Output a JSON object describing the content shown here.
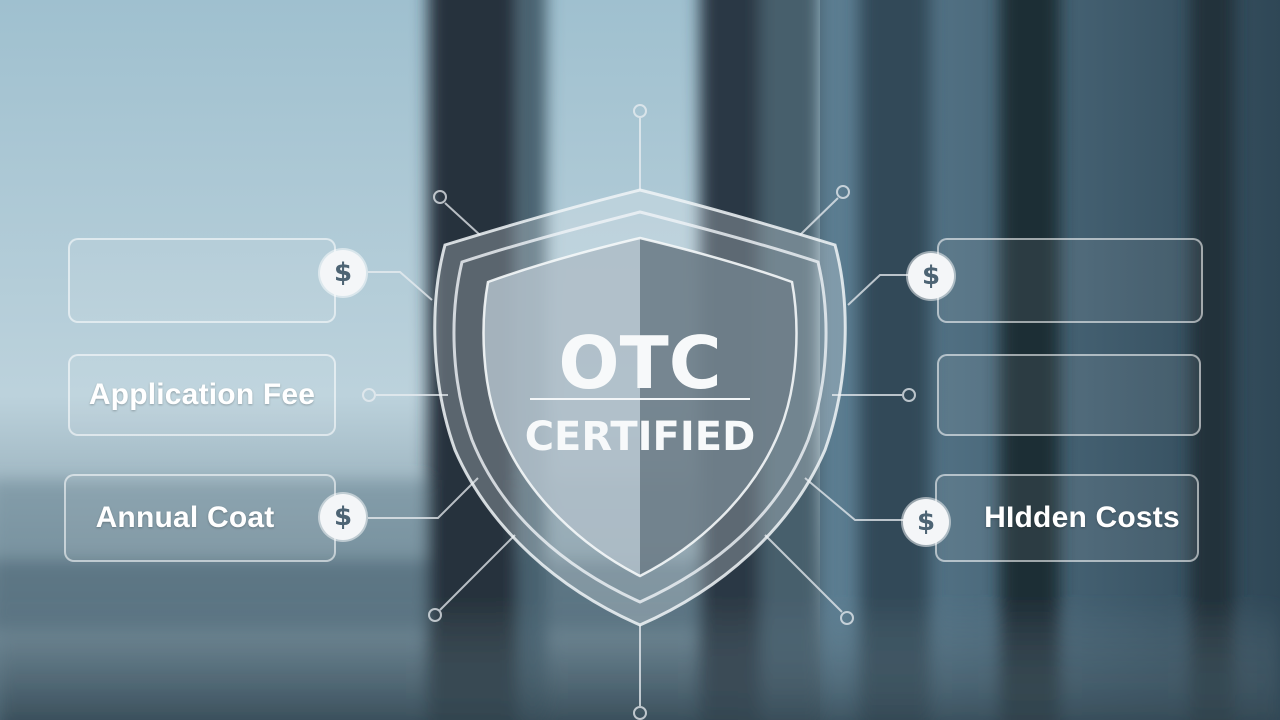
{
  "badge": {
    "title": "OTC",
    "subtitle": "CERTIFIED"
  },
  "labels": {
    "left_top": "",
    "left_mid": "Application Fee",
    "left_bottom": "Annual Coat",
    "right_top": "",
    "right_mid": "",
    "right_bottom": "HIdden Costs"
  },
  "icons": {
    "coin": "dollar-coin-icon",
    "coin_glyph": "$",
    "shield": "shield-icon"
  },
  "colors": {
    "line": "#e9eef2",
    "shield_light": "#aebdc7",
    "shield_dark": "#6f7f8a"
  }
}
